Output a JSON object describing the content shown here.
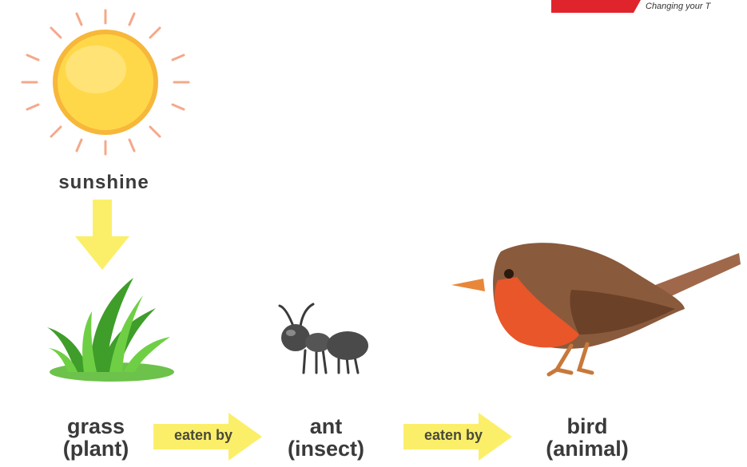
{
  "banner": {
    "text": "Changing your T"
  },
  "sun": {
    "label": "sunshine"
  },
  "organisms": [
    {
      "name": "grass",
      "kind": "(plant)"
    },
    {
      "name": "ant",
      "kind": "(insect)"
    },
    {
      "name": "bird",
      "kind": "(animal)"
    }
  ],
  "links": [
    {
      "label": "eaten by"
    },
    {
      "label": "eaten by"
    }
  ],
  "colors": {
    "sun": "#ffd84a",
    "arrow": "#fbef6a",
    "grass": "#5fbf3a",
    "ant": "#4a4a4a",
    "bird_body": "#8a5a3c",
    "bird_breast": "#e8562a",
    "banner": "#e0242c"
  }
}
